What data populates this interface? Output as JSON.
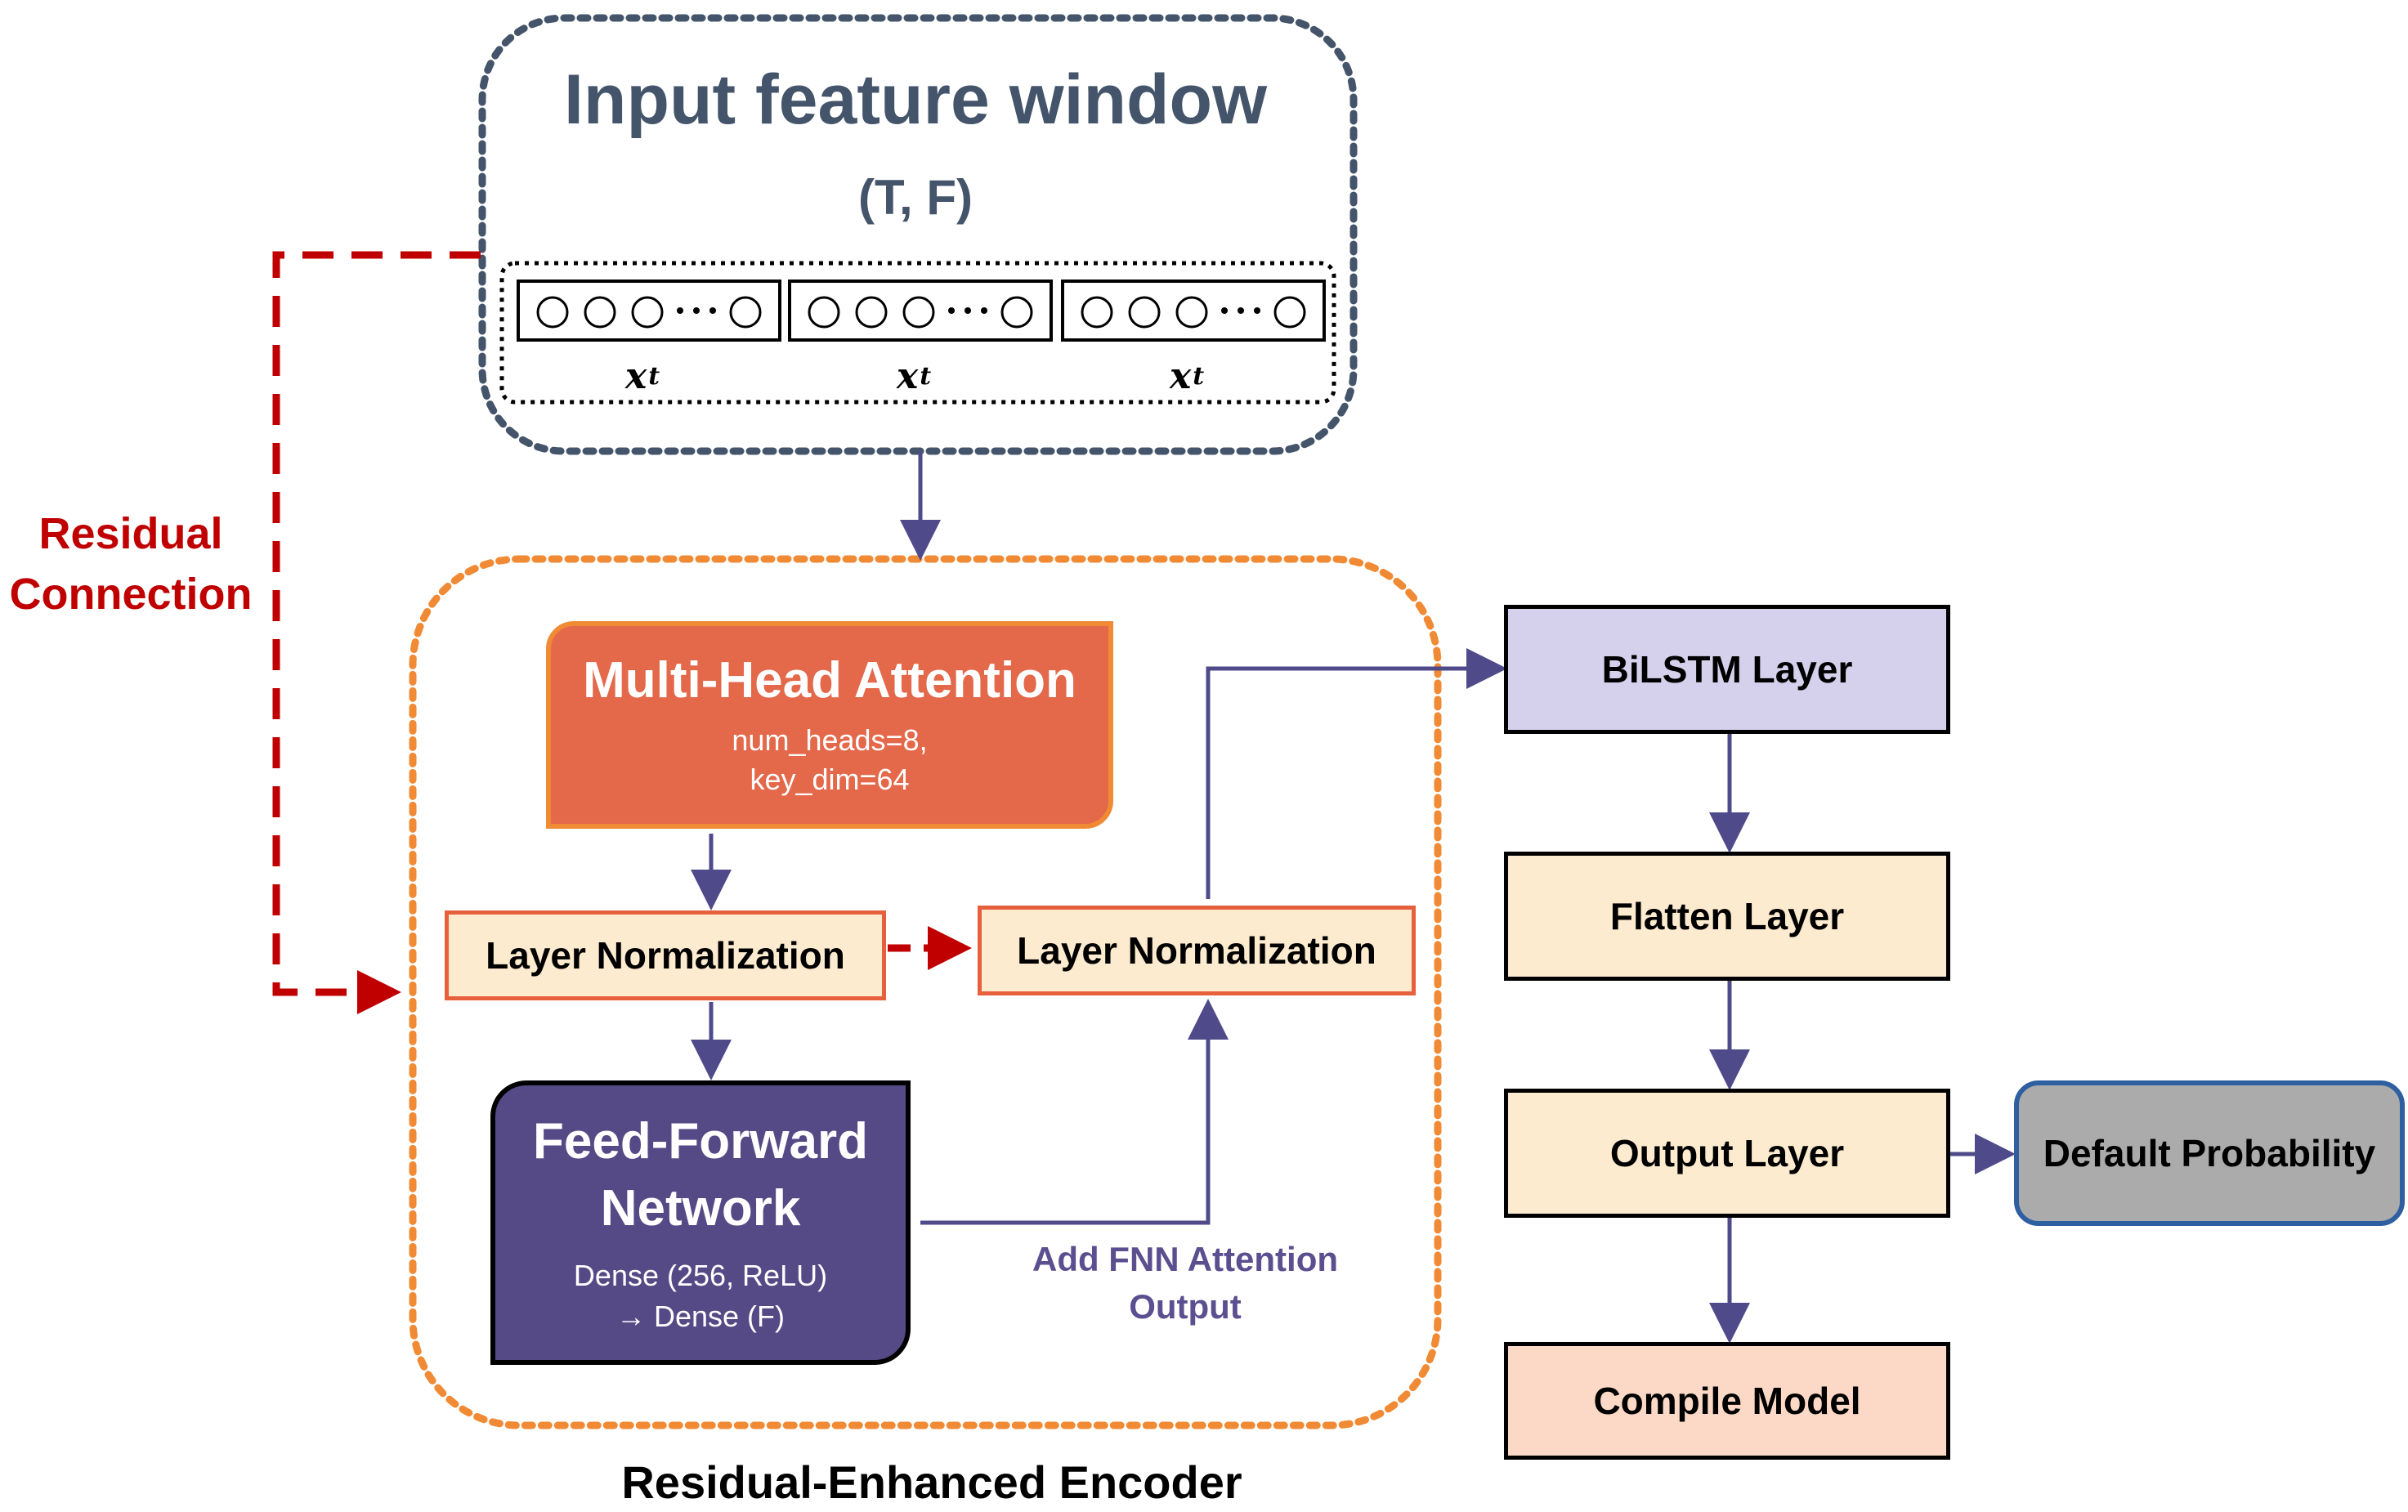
{
  "input_window": {
    "title": "Input feature window",
    "shape": "(T, F)",
    "token_label": "x",
    "token_subscript": "t"
  },
  "residual_connection": {
    "line1": "Residual",
    "line2": "Connection"
  },
  "encoder": {
    "caption": "Residual-Enhanced Encoder",
    "mha": {
      "title": "Multi-Head Attention",
      "param1": "num_heads=8,",
      "param2": "key_dim=64"
    },
    "layer_norm_1": "Layer Normalization",
    "layer_norm_2": "Layer Normalization",
    "ffn": {
      "title1": "Feed-Forward",
      "title2": "Network",
      "param1": "Dense (256, ReLU)",
      "param2": "→ Dense (F)"
    },
    "add_label_line1": "Add FNN Attention",
    "add_label_line2": "Output"
  },
  "pipeline": {
    "bilstm": "BiLSTM Layer",
    "flatten": "Flatten Layer",
    "output": "Output Layer",
    "compile": "Compile Model",
    "default_probability": "Default Probability"
  },
  "colors": {
    "title_text": "#44546A",
    "residual": "#C00000",
    "arrow": "#4F4A8A",
    "mha_fill": "#E4684A",
    "ffn_fill": "#554A85",
    "encoder_border": "#F08A34",
    "bilstm_fill": "#D5D1EC",
    "layer_fill": "#FDEBD0",
    "compile_fill": "#FBD9C6",
    "default_prob_fill": "#ABABAB"
  }
}
